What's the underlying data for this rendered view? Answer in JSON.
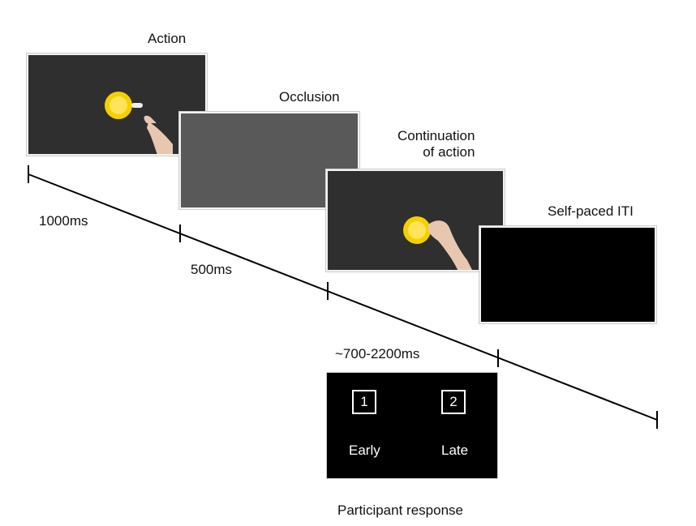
{
  "stages": {
    "action": "Action",
    "occlusion": "Occlusion",
    "continuation": "Continuation\n   of action",
    "iti": "Self-paced ITI"
  },
  "durations": {
    "d1": "1000ms",
    "d2": "500ms",
    "d3": "~700-2200ms"
  },
  "response": {
    "key1": "1",
    "key2": "2",
    "early": "Early",
    "late": "Late",
    "caption": "Participant response"
  },
  "colors": {
    "frame_dark": "#2f2f2f",
    "occluder": "#595959",
    "iti": "#000000",
    "cup": "#f5d000",
    "skin": "#e8c7b0"
  }
}
